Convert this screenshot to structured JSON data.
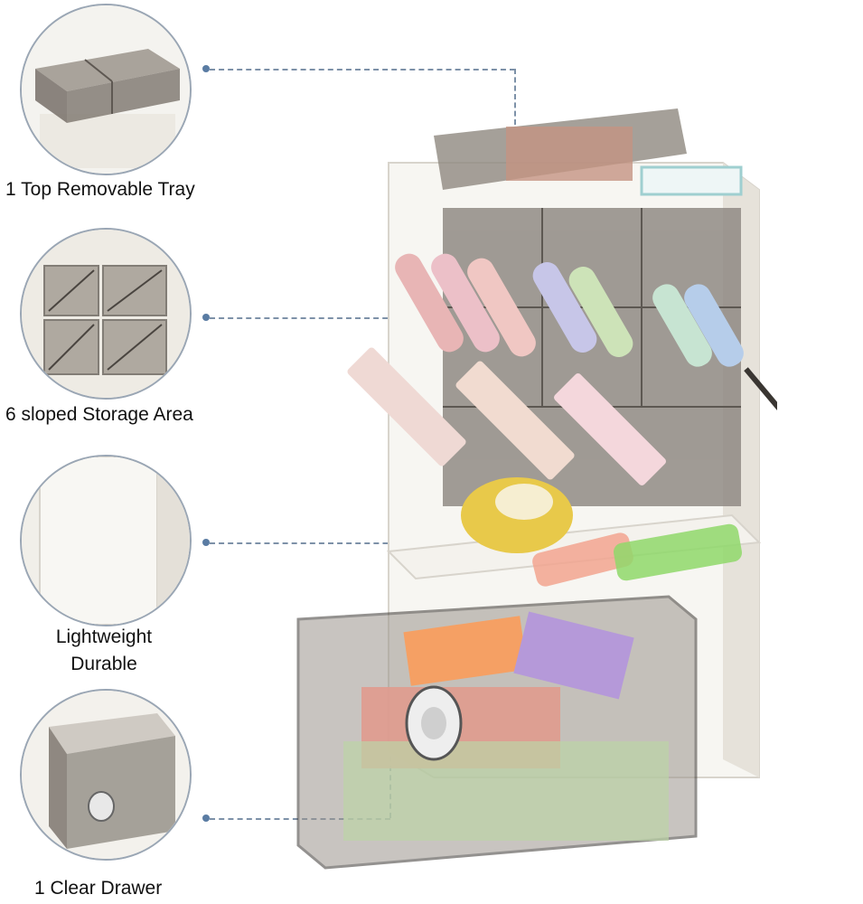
{
  "features": [
    {
      "label": "1 Top Removable Tray",
      "icon": "tray-detail"
    },
    {
      "label": "6 sloped Storage Area",
      "icon": "sloped-compartments-detail"
    },
    {
      "label_line1": "Lightweight",
      "label_line2": "Durable",
      "icon": "body-wall-detail"
    },
    {
      "label": "1 Clear Drawer",
      "icon": "drawer-detail"
    }
  ],
  "colors": {
    "leader_line": "#7d91a8",
    "leader_dot": "#5a7ca3",
    "organizer_white": "#f7f6f2",
    "smoked_acrylic": "#8c8680",
    "tape_yellow": "#e8c94a"
  }
}
